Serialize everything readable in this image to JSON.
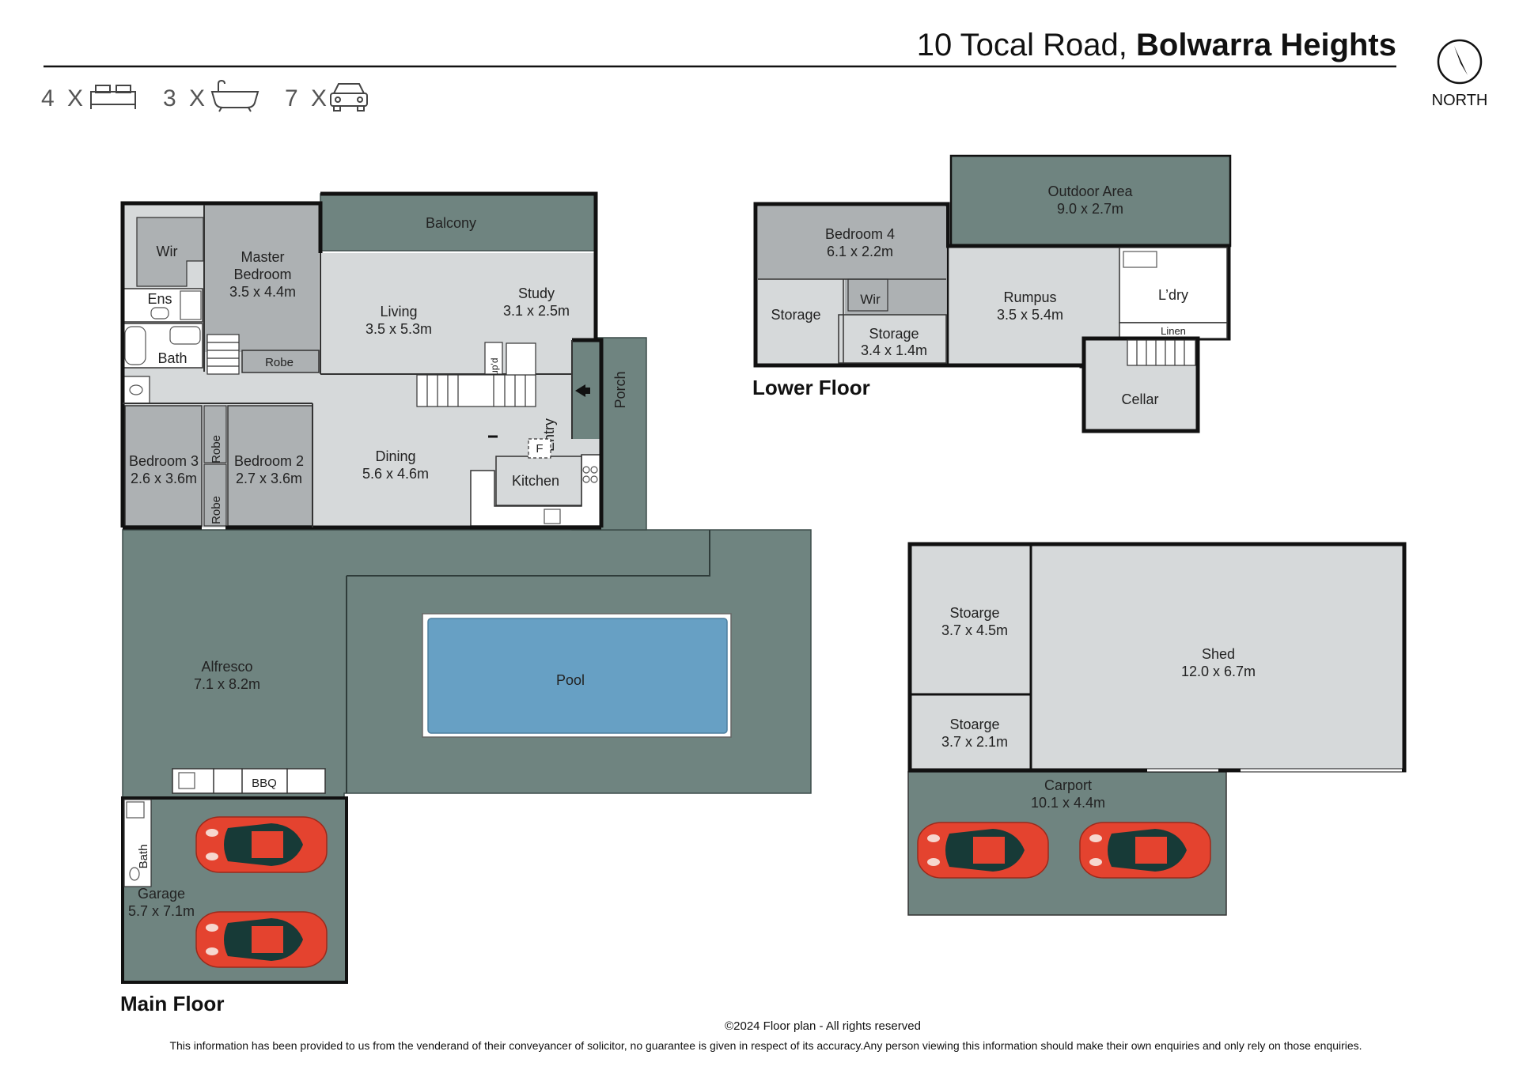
{
  "header": {
    "address_street": "10 Tocal Road,",
    "address_suburb": "Bolwarra Heights",
    "bedrooms": "4 X",
    "bathrooms": "3 X",
    "car_spaces": "7 X",
    "north_label": "NORTH"
  },
  "colors": {
    "wall": "#111111",
    "room_light": "#d6d9da",
    "room_mid": "#adb1b3",
    "outdoor": "#6f8480",
    "pool_water": "#67a0c4",
    "car": "#e4432f",
    "car_glass": "#173a37"
  },
  "main_floor": {
    "title": "Main Floor",
    "balcony": "Balcony",
    "wir": "Wir",
    "master_bedroom_l1": "Master",
    "master_bedroom_l2": "Bedroom",
    "master_bedroom_size": "3.5 x 4.4m",
    "ens": "Ens",
    "bath": "Bath",
    "robe": "Robe",
    "living": "Living",
    "living_size": "3.5 x 5.3m",
    "study": "Study",
    "study_size": "3.1 x 2.5m",
    "cupd": "Cup'd",
    "porch": "Porch",
    "entry": "Entry",
    "bedroom3": "Bedroom 3",
    "bedroom3_size": "2.6 x 3.6m",
    "bedroom2": "Bedroom 2",
    "bedroom2_size": "2.7 x 3.6m",
    "dining": "Dining",
    "dining_size": "5.6 x 4.6m",
    "fridge": "F",
    "kitchen": "Kitchen",
    "alfresco": "Alfresco",
    "alfresco_size": "7.1 x 8.2m",
    "pool": "Pool",
    "bbq": "BBQ",
    "garage": "Garage",
    "garage_size": "5.7 x 7.1m",
    "garage_bath": "Bath"
  },
  "lower_floor": {
    "title": "Lower Floor",
    "outdoor_area": "Outdoor Area",
    "outdoor_area_size": "9.0 x 2.7m",
    "bedroom4": "Bedroom 4",
    "bedroom4_size": "6.1 x 2.2m",
    "wir": "Wir",
    "storage": "Storage",
    "storage2": "Storage",
    "storage2_size": "3.4 x 1.4m",
    "rumpus": "Rumpus",
    "rumpus_size": "3.5 x 5.4m",
    "laundry": "L’dry",
    "linen": "Linen",
    "cellar": "Cellar"
  },
  "shed_block": {
    "storage_a": "Stoarge",
    "storage_a_size": "3.7 x 4.5m",
    "storage_b": "Stoarge",
    "storage_b_size": "3.7 x 2.1m",
    "shed": "Shed",
    "shed_size": "12.0 x 6.7m",
    "carport": "Carport",
    "carport_size": "10.1 x 4.4m"
  },
  "footer": {
    "copyright": "©2024 Floor plan  - All rights reserved",
    "disclaimer": "This information has been provided to us from the venderand of their conveyancer of solicitor, no guarantee is given in respect of its accuracy.Any person viewing this information should make their own enquiries and only rely on those enquiries."
  }
}
